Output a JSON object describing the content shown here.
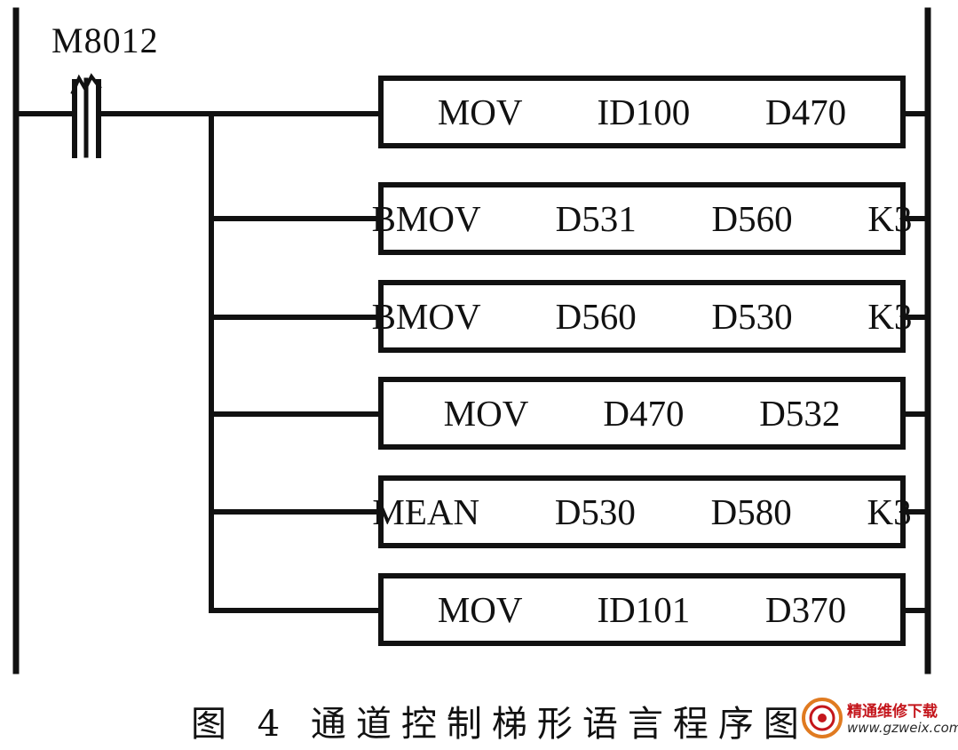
{
  "diagram": {
    "contact_label": "M8012",
    "instructions": [
      {
        "text": "MOV   ID100   D470"
      },
      {
        "text": "BMOV   D531   D560   K3"
      },
      {
        "text": "BMOV   D560   D530   K3"
      },
      {
        "text": "MOV   D470   D532"
      },
      {
        "text": "MEAN   D530   D580   K3"
      },
      {
        "text": "MOV   ID101   D370"
      }
    ],
    "caption": "图 4 通道控制梯形语言程序图"
  },
  "watermark": {
    "title": "精通维修下载",
    "url": "www.gzweix.com"
  }
}
